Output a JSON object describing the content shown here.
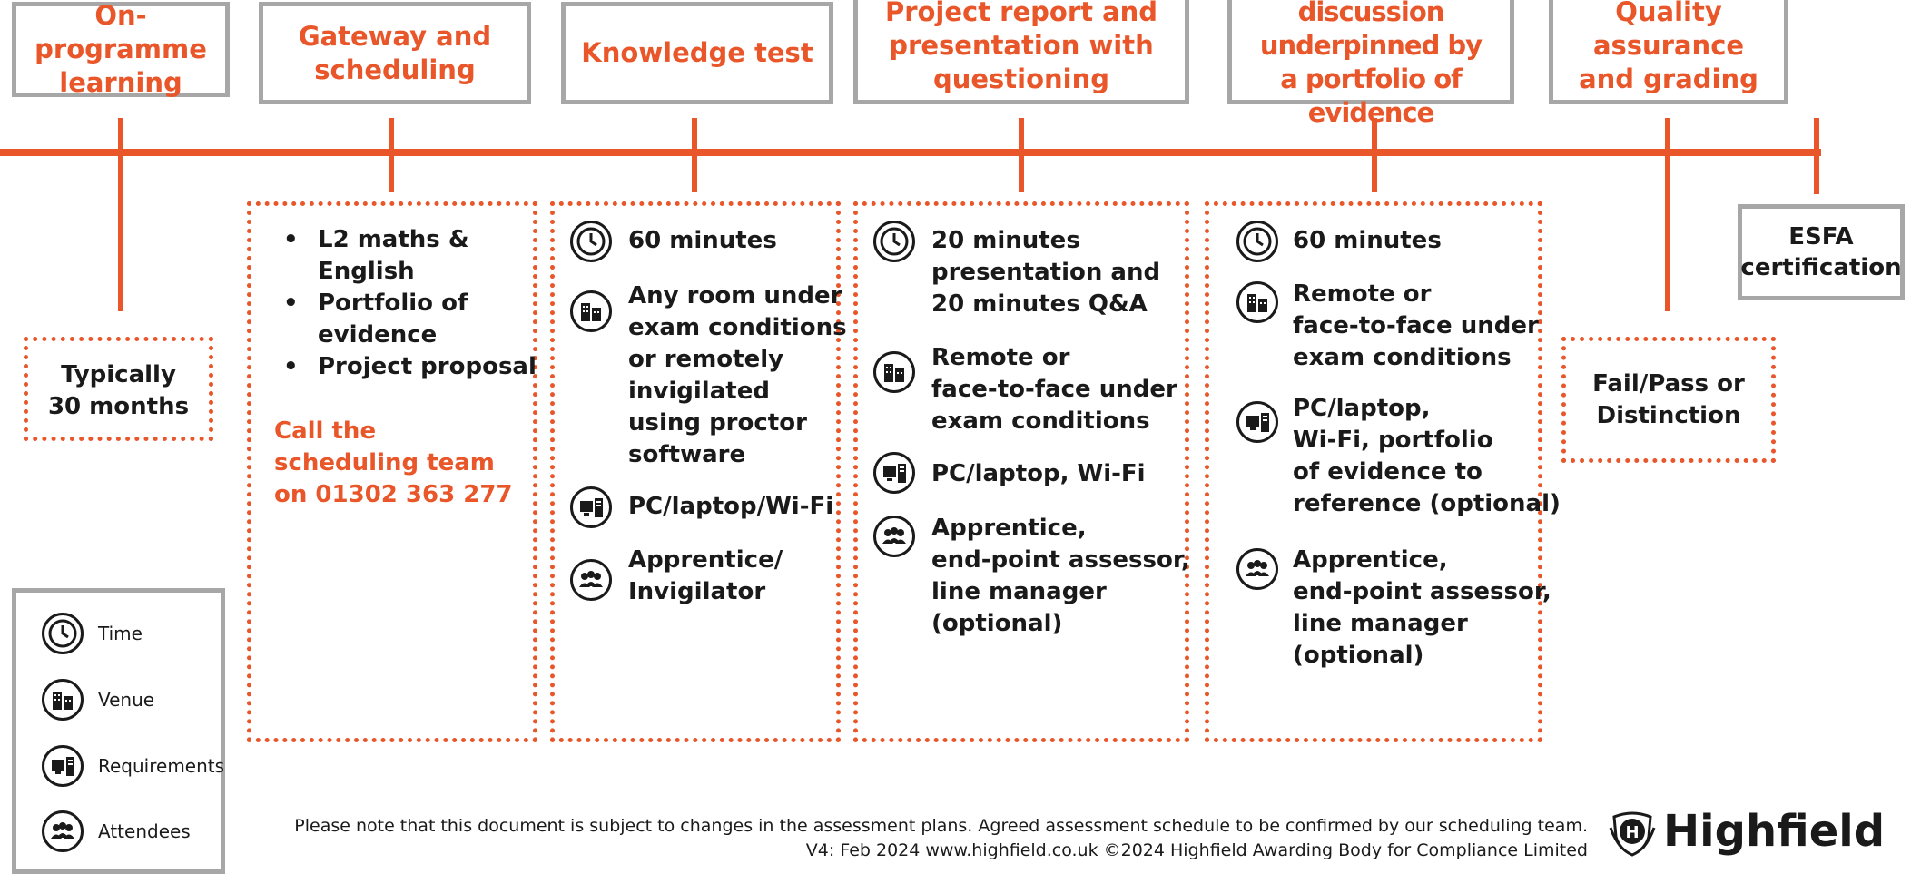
{
  "stages": {
    "s1": "On-programme\nlearning",
    "s2": "Gateway and\nscheduling",
    "s3": "Knowledge test",
    "s4": "Project report and\npresentation with\nquestioning",
    "s5": "Professional discussion\nunderpinned by\na portfolio of evidence",
    "s6": "Quality\nassurance\nand grading"
  },
  "duration": {
    "text": "Typically\n30 months"
  },
  "gateway": {
    "bullets": [
      "L2 maths &\nEnglish",
      "Portfolio of\nevidence",
      "Project proposal"
    ],
    "call": "Call the\nscheduling team\non 01302 363 277"
  },
  "knowledge": {
    "time": "60 minutes",
    "venue": "Any room under\nexam conditions\nor remotely\ninvigilated\nusing proctor\nsoftware",
    "requirements": "PC/laptop/Wi-Fi",
    "attendees": "Apprentice/\nInvigilator"
  },
  "project": {
    "time": "20 minutes\npresentation and\n20 minutes Q&A",
    "venue": "Remote or\nface-to-face under\nexam conditions",
    "requirements": "PC/laptop, Wi-Fi",
    "attendees": "Apprentice,\nend-point assessor,\nline manager\n(optional)"
  },
  "discussion": {
    "time": "60 minutes",
    "venue": "Remote or\nface-to-face under\nexam conditions",
    "requirements": "PC/laptop,\nWi-Fi, portfolio\nof evidence to\nreference (optional)",
    "attendees": "Apprentice,\nend-point assessor,\nline manager\n(optional)"
  },
  "grading": {
    "text": "Fail/Pass or\nDistinction"
  },
  "esfa": {
    "text": "ESFA\ncertification"
  },
  "legend": {
    "time": "Time",
    "venue": "Venue",
    "requirements": "Requirements",
    "attendees": "Attendees"
  },
  "footer": {
    "line1": "Please note that this document is subject to changes in the assessment plans.  Agreed assessment schedule to be confirmed by our scheduling team.",
    "line2": "V4: Feb 2024   www.highfield.co.uk   ©2024 Highfield Awarding Body for Compliance Limited"
  },
  "logo": {
    "text": "Highfield"
  },
  "colors": {
    "accent": "#e8562a",
    "border": "#a7a7a7",
    "text": "#1a1a1a"
  },
  "icons": {
    "time": "clock-icon",
    "venue": "building-icon",
    "requirements": "computer-icon",
    "attendees": "people-icon"
  }
}
